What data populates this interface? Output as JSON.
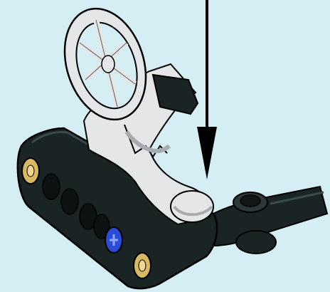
{
  "image": {
    "kind": "lego-building-instruction-step",
    "background_color": "#d4eef4",
    "colors": {
      "beam_black": "#1a2424",
      "beam_highlight": "#3a4a4a",
      "light_gray_part": "#e4e6e8",
      "gray_shadow": "#a8acb0",
      "pin_tan": "#d8b860",
      "pin_blue": "#2a4cd8",
      "arrow": "#000000"
    },
    "parts": [
      {
        "name": "liftarm-beam-black"
      },
      {
        "name": "wheel-hub-light-gray"
      },
      {
        "name": "gear-bracket-light-gray"
      },
      {
        "name": "angle-connector-black"
      },
      {
        "name": "axle-pin-tan"
      },
      {
        "name": "axle-pin-blue"
      }
    ],
    "arrow_direction": "down"
  }
}
